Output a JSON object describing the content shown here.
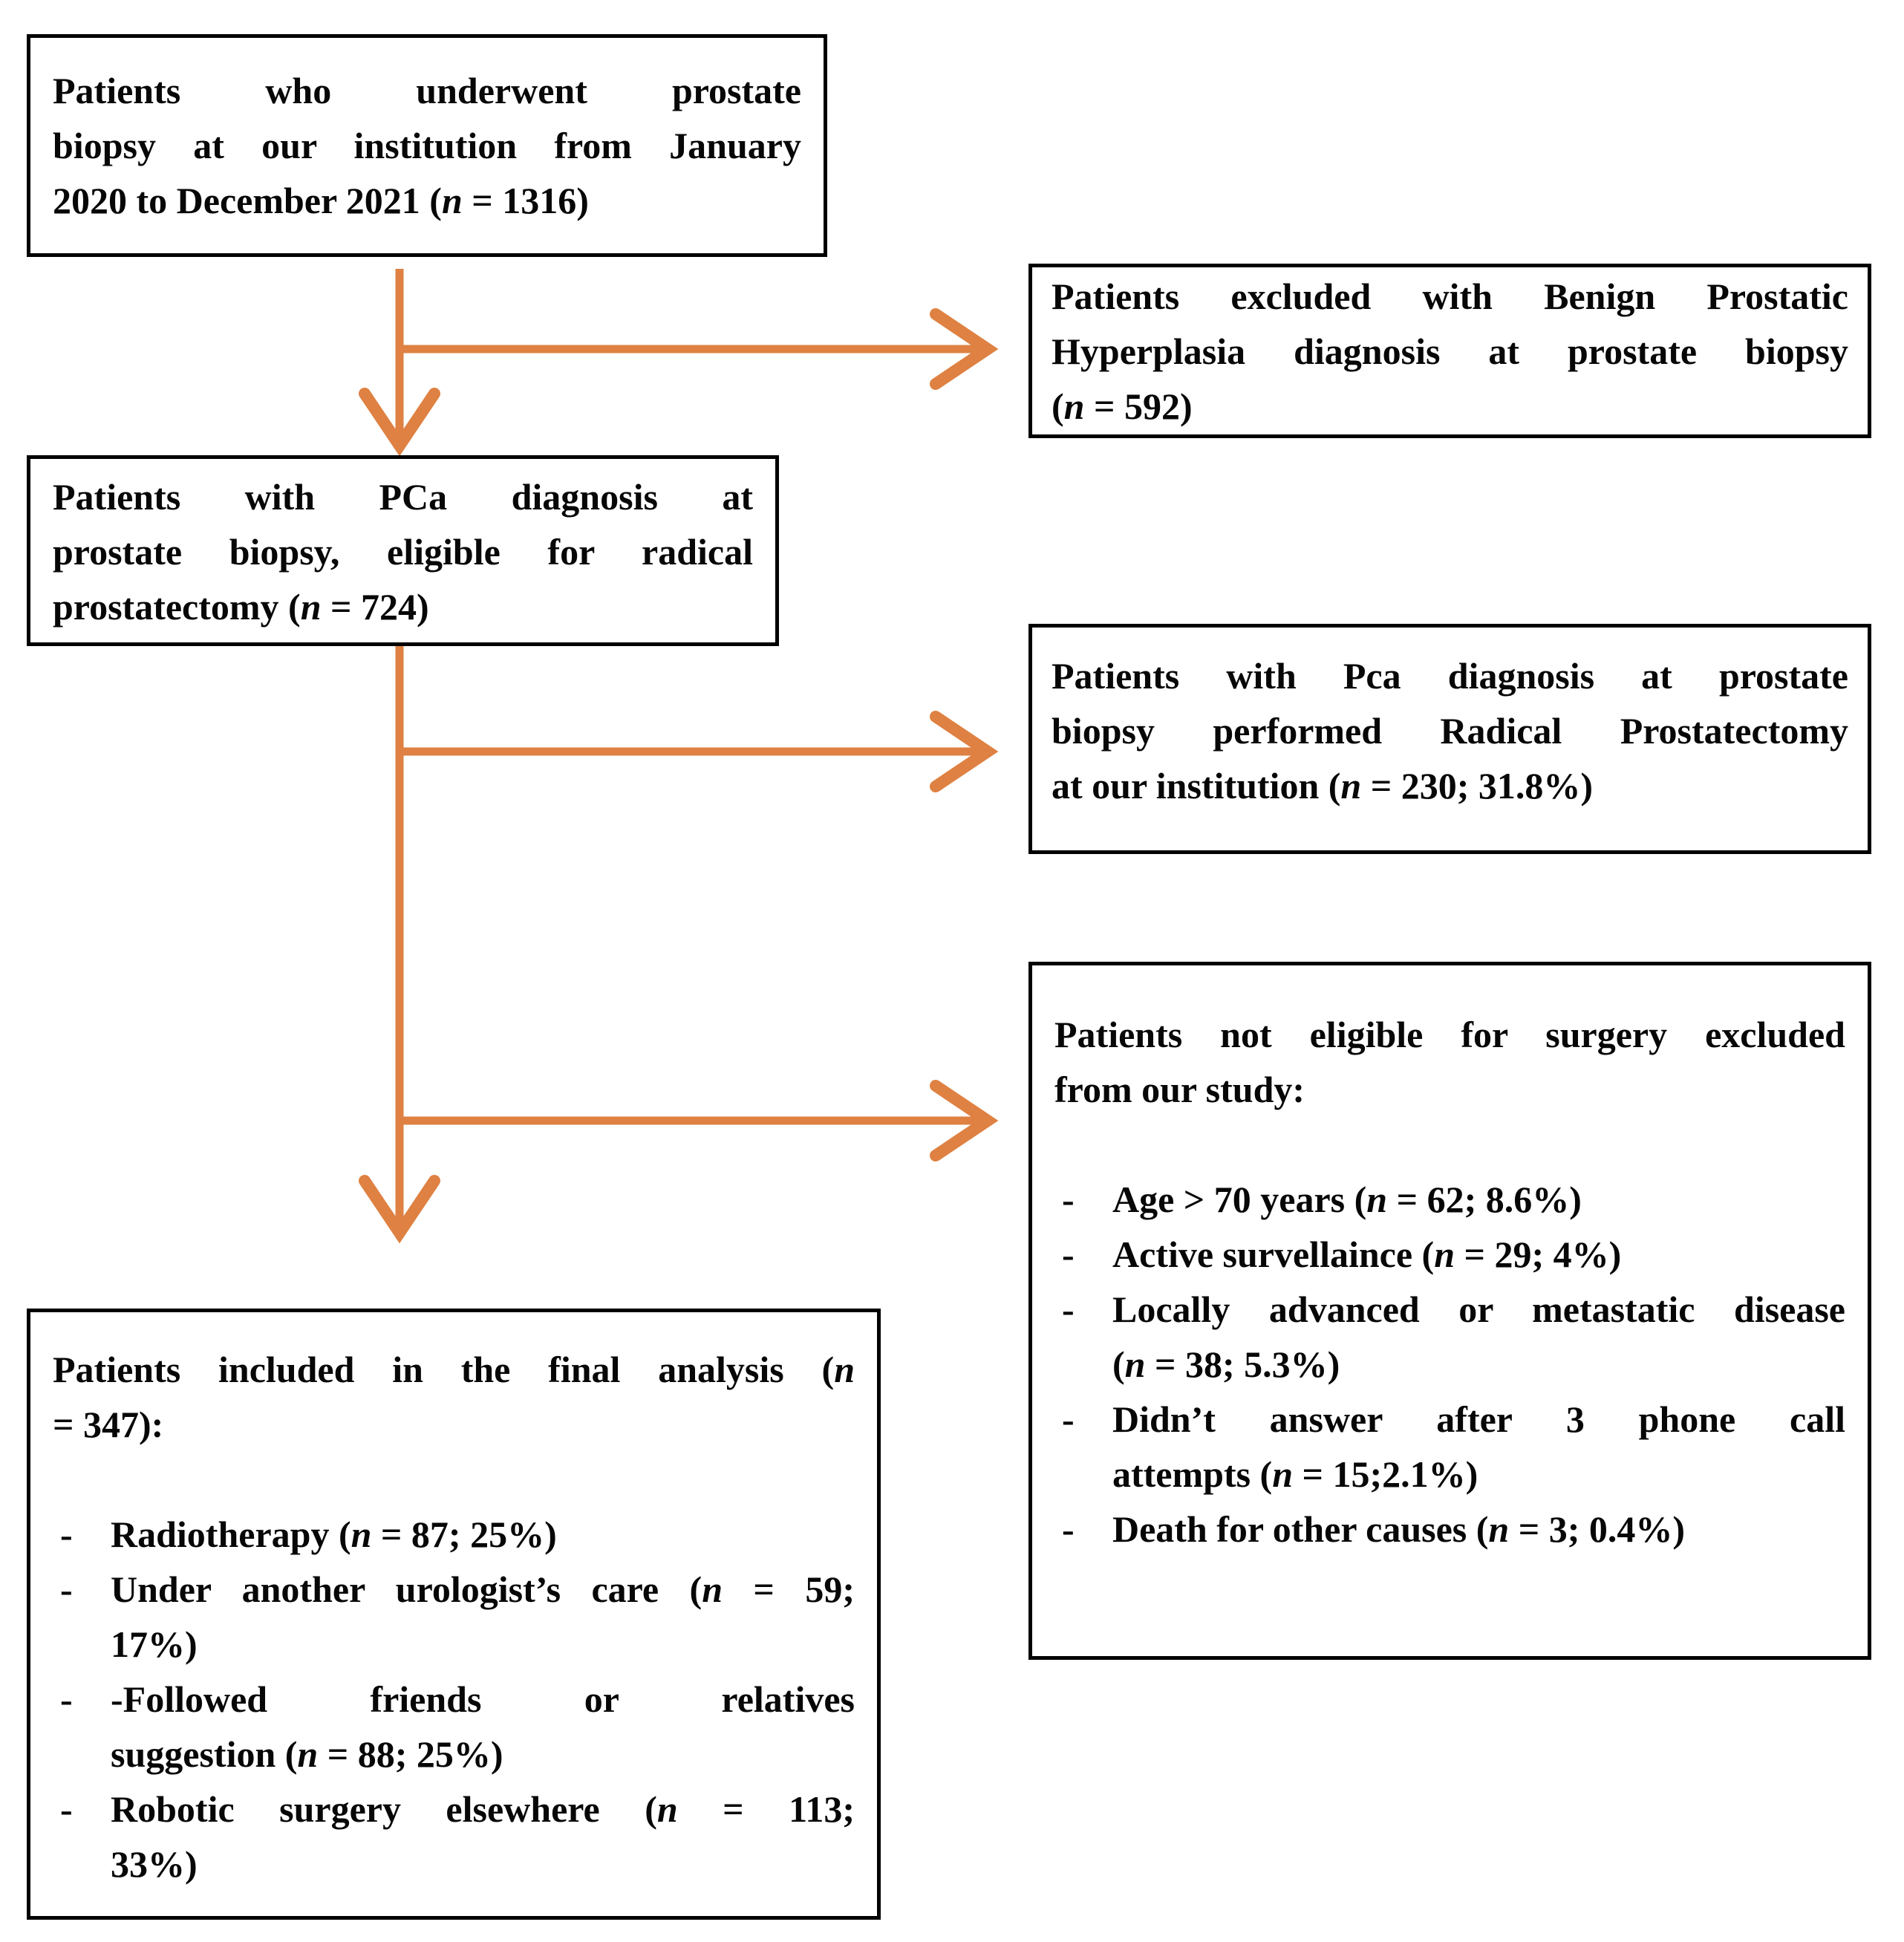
{
  "figure": {
    "type": "patient-flow-diagram",
    "arrow_color": "#DE8142",
    "border_color": "#000000",
    "text_color": "#070707"
  },
  "boxes": {
    "box1": {
      "lines": [
        "Patients who underwent prostate",
        "biopsy at our institution from January",
        "2020 to December 2021 (n = 1316)"
      ]
    },
    "excluded_bph": {
      "lines": [
        "Patients excluded with Benign Prostatic",
        "Hyperplasia diagnosis at prostate biopsy",
        "(n = 592)"
      ]
    },
    "pca_eligible": {
      "lines": [
        "Patients with PCa diagnosis at",
        "prostate biopsy, eligible for radical",
        "prostatectomy (n = 724)"
      ]
    },
    "performed_rp": {
      "lines": [
        "Patients with Pca diagnosis at prostate",
        "biopsy performed Radical Prostatectomy",
        "at our institution (n = 230; 31.8%)"
      ]
    },
    "not_eligible": {
      "header_lines": [
        "Patients not eligible for surgery excluded",
        "from our study:"
      ],
      "items": [
        {
          "marker": "-",
          "lines": [
            "Age > 70 years (n = 62; 8.6%)",
            ""
          ]
        },
        {
          "marker": "-",
          "lines": [
            "Active survellaince (n = 29; 4%)",
            ""
          ]
        },
        {
          "marker": "-",
          "lines": [
            "Locally advanced or metastatic disease",
            "(n = 38; 5.3%)"
          ]
        },
        {
          "marker": "-",
          "lines": [
            "Didn’t answer after 3 phone call",
            "attempts (n = 15;2.1%)"
          ]
        },
        {
          "marker": "-",
          "lines": [
            "Death for other causes (n = 3; 0.4%)",
            ""
          ]
        }
      ]
    },
    "final_analysis": {
      "header_lines": [
        "Patients included in the final analysis (n",
        "= 347):"
      ],
      "items": [
        {
          "marker": "-",
          "lines": [
            "Radiotherapy (n = 87; 25%)",
            ""
          ]
        },
        {
          "marker": "-",
          "lines": [
            "Under another urologist’s care (n = 59;",
            "17%)"
          ]
        },
        {
          "marker": "-",
          "lines": [
            "-Followed friends or relatives",
            "suggestion (n = 88; 25%)"
          ]
        },
        {
          "marker": "-",
          "lines": [
            "Robotic surgery elsewhere (n = 113;",
            "33%)"
          ]
        }
      ]
    }
  }
}
